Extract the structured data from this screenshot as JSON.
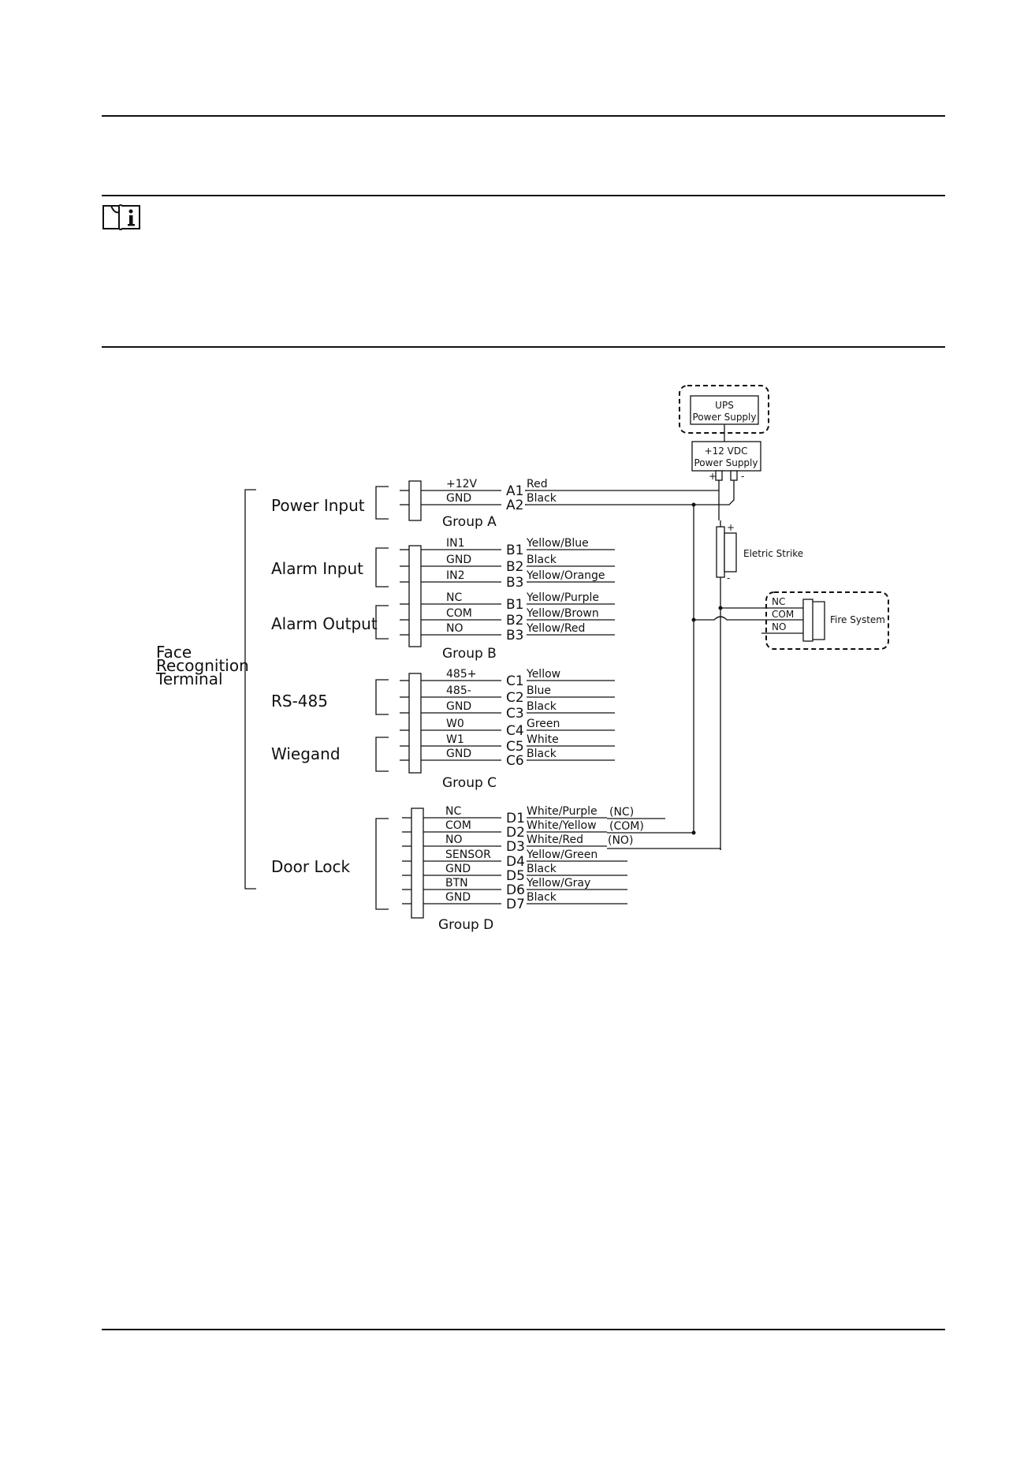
{
  "note_icon": "info-book-icon",
  "device": {
    "label_lines": [
      "Face",
      "Recognition",
      "Terminal"
    ]
  },
  "functions": {
    "power_input": "Power Input",
    "alarm_input": "Alarm Input",
    "alarm_output": "Alarm Output",
    "rs485": "RS-485",
    "wiegand": "Wiegand",
    "door_lock": "Door Lock"
  },
  "groups": {
    "a": "Group A",
    "b": "Group B",
    "c": "Group C",
    "d": "Group D"
  },
  "pins": [
    {
      "pin": "+12V",
      "terminal": "A1",
      "color": "Red"
    },
    {
      "pin": "GND",
      "terminal": "A2",
      "color": "Black"
    },
    {
      "pin": "IN1",
      "terminal": "B1",
      "color": "Yellow/Blue"
    },
    {
      "pin": "GND",
      "terminal": "B2",
      "color": "Black"
    },
    {
      "pin": "IN2",
      "terminal": "B3",
      "color": "Yellow/Orange"
    },
    {
      "pin": "NC",
      "terminal": "B1",
      "color": "Yellow/Purple"
    },
    {
      "pin": "COM",
      "terminal": "B2",
      "color": "Yellow/Brown"
    },
    {
      "pin": "NO",
      "terminal": "B3",
      "color": "Yellow/Red"
    },
    {
      "pin": "485+",
      "terminal": "C1",
      "color": "Yellow"
    },
    {
      "pin": "485-",
      "terminal": "C2",
      "color": "Blue"
    },
    {
      "pin": "GND",
      "terminal": "C3",
      "color": "Black"
    },
    {
      "pin": "W0",
      "terminal": "C4",
      "color": "Green"
    },
    {
      "pin": "W1",
      "terminal": "C5",
      "color": "White"
    },
    {
      "pin": "GND",
      "terminal": "C6",
      "color": "Black"
    },
    {
      "pin": "NC",
      "terminal": "D1",
      "color": "White/Purple"
    },
    {
      "pin": "COM",
      "terminal": "D2",
      "color": "White/Yellow"
    },
    {
      "pin": "NO",
      "terminal": "D3",
      "color": "White/Red"
    },
    {
      "pin": "SENSOR",
      "terminal": "D4",
      "color": "Yellow/Green"
    },
    {
      "pin": "GND",
      "terminal": "D5",
      "color": "Black"
    },
    {
      "pin": "BTN",
      "terminal": "D6",
      "color": "Yellow/Gray"
    },
    {
      "pin": "GND",
      "terminal": "D7",
      "color": "Black"
    }
  ],
  "door_relay_labels": [
    "(NC)",
    "(COM)",
    "(NO)"
  ],
  "ups": {
    "line1": "UPS",
    "line2": "Power Supply"
  },
  "dc_supply": {
    "line1": "+12 VDC",
    "line2": "Power Supply",
    "plus": "+",
    "minus": "-"
  },
  "strike": {
    "label": "Eletric Strike",
    "plus": "+",
    "minus": "-"
  },
  "fire": {
    "label": "Fire System",
    "nc": "NC",
    "com": "COM",
    "no": "NO"
  }
}
